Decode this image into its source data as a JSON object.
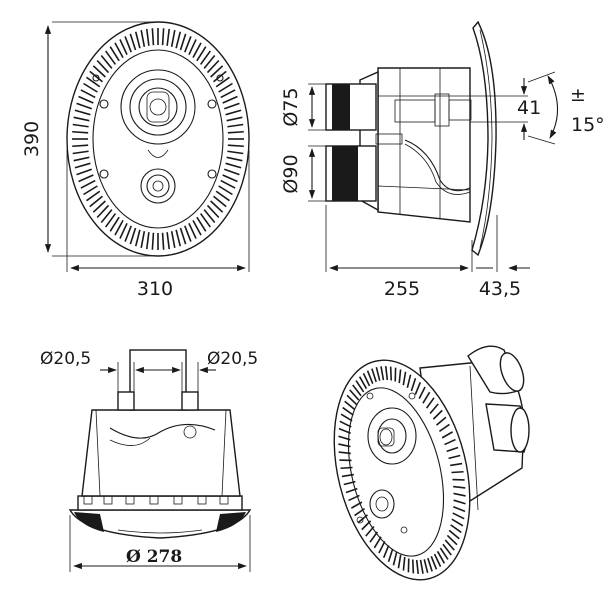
{
  "drawing": {
    "front_view": {
      "height_label": "390",
      "width_label": "310"
    },
    "side_view": {
      "pipe_top_label": "Ø75",
      "pipe_bottom_label": "Ø90",
      "depth_label": "255",
      "flange_label": "43,5",
      "offset_label": "41",
      "angle_pm_label": "±",
      "angle_label": "15°"
    },
    "top_view": {
      "left_pipe_label": "Ø20,5",
      "right_pipe_label": "Ø20,5",
      "diameter_label": "Ø 278"
    },
    "iso_view": {}
  },
  "colors": {
    "line": "#1a1a1a",
    "background": "#ffffff",
    "fill_gray": "#c9c9c9"
  }
}
